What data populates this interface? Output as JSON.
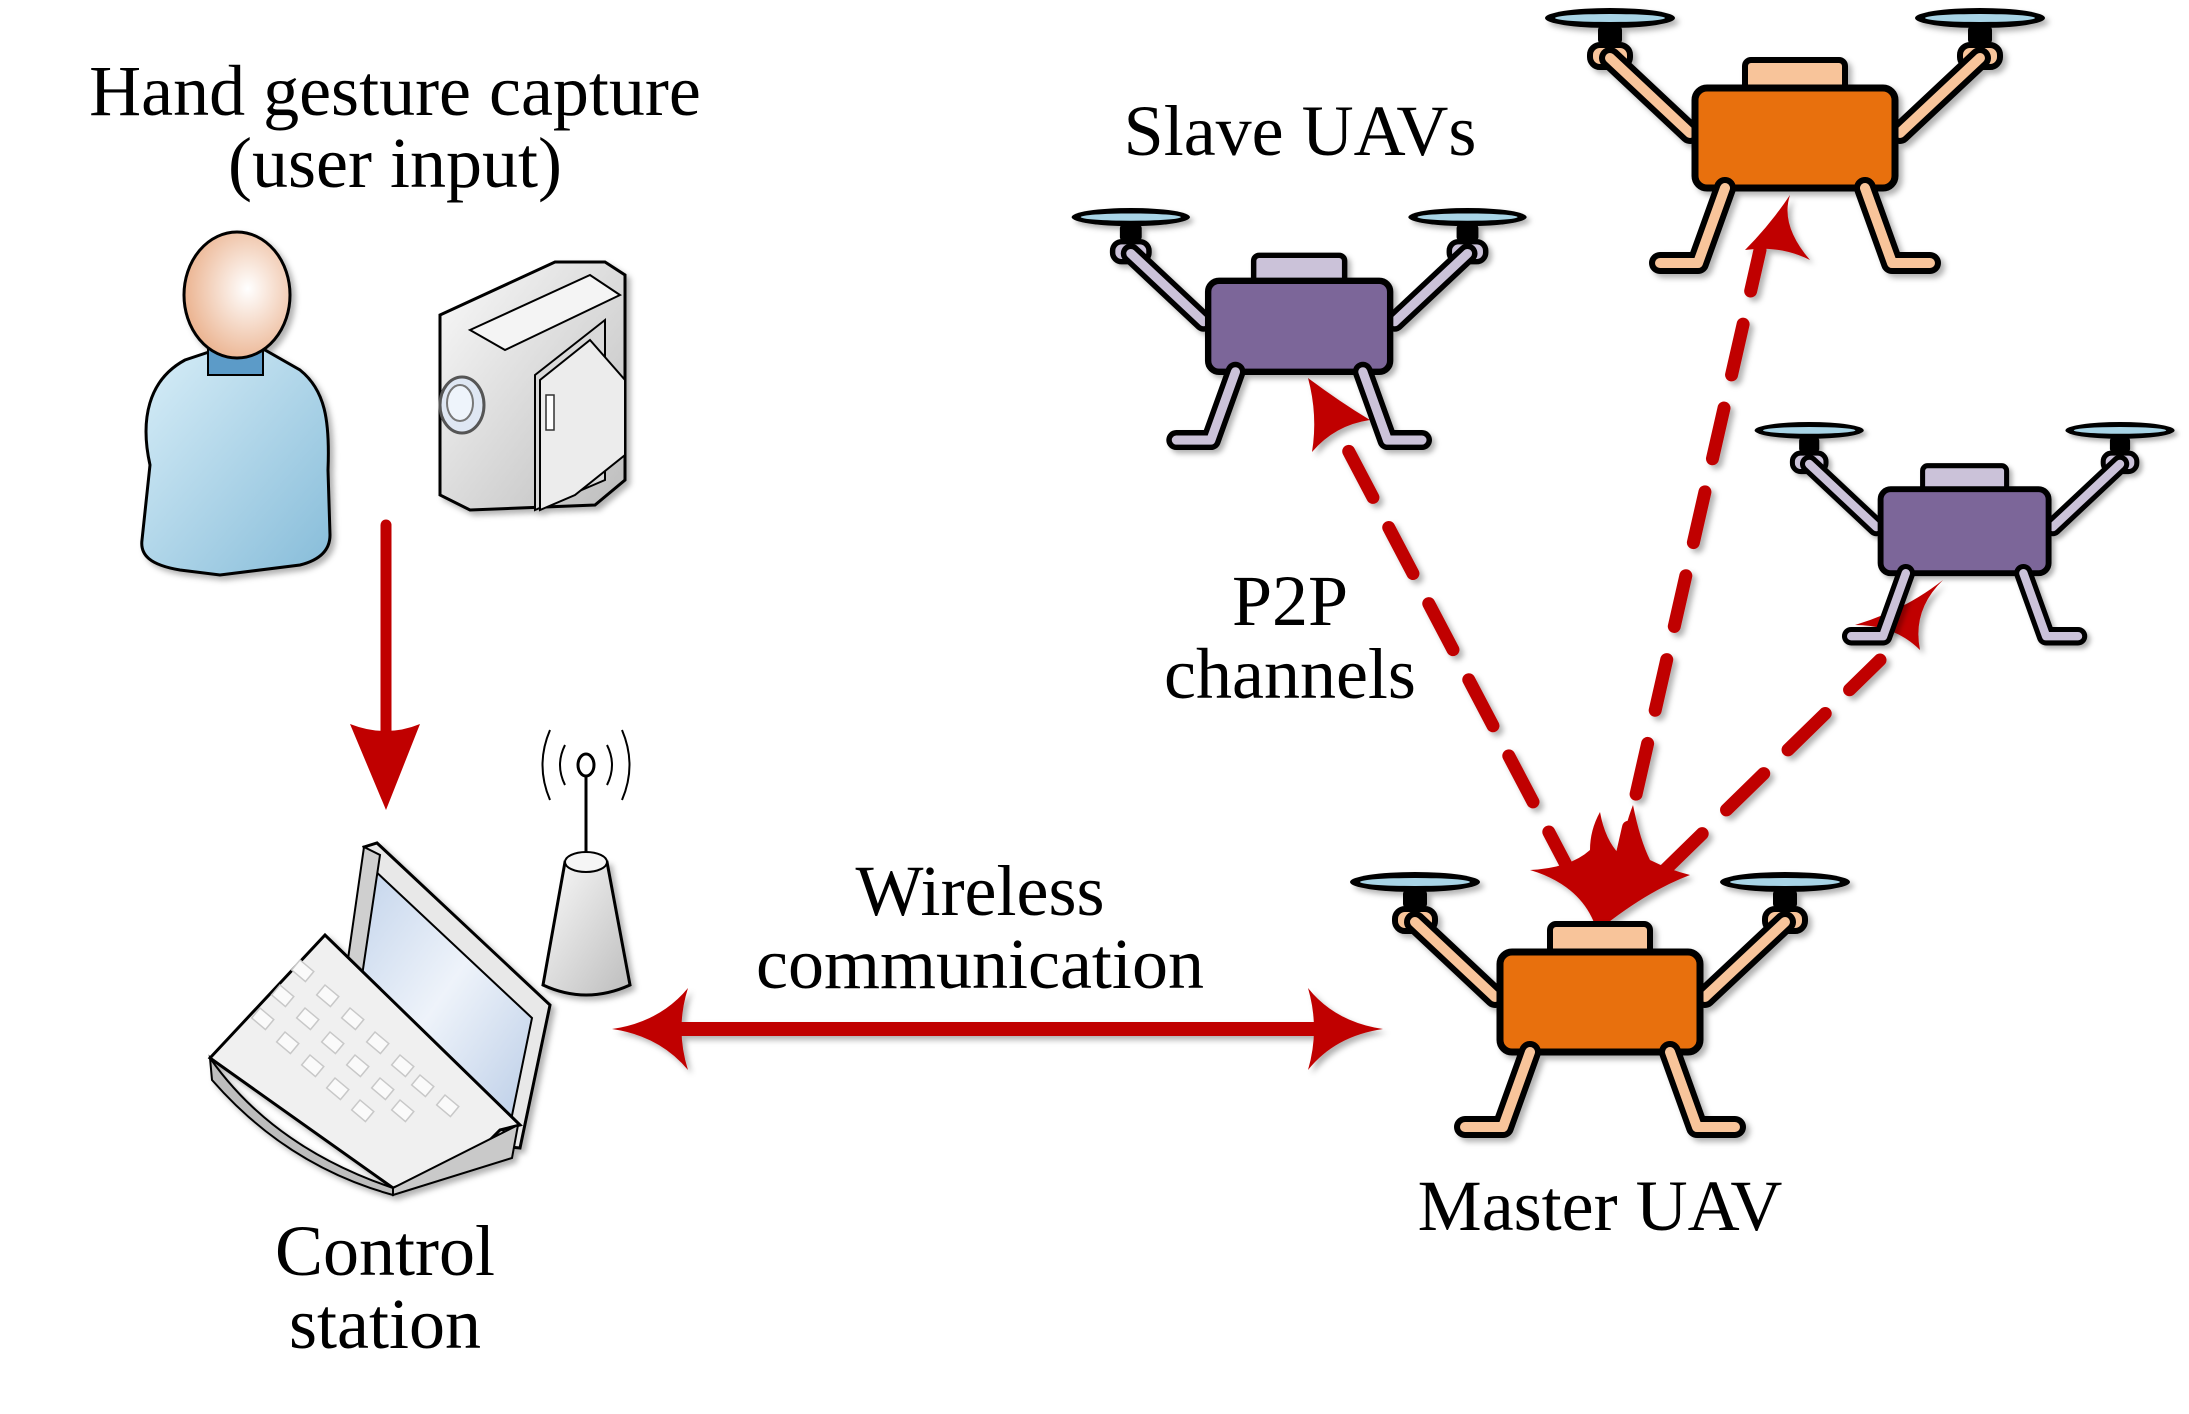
{
  "labels": {
    "hand_gesture": [
      "Hand gesture capture",
      "(user input)"
    ],
    "slave_uavs": "Slave UAVs",
    "p2p": [
      "P2P",
      "channels"
    ],
    "wireless": [
      "Wireless",
      "communication"
    ],
    "control_station": [
      "Control",
      "station"
    ],
    "master_uav": "Master UAV"
  },
  "nodes": [
    {
      "id": "user",
      "icon": "person-icon"
    },
    {
      "id": "camera",
      "icon": "video-camera-icon"
    },
    {
      "id": "control-station",
      "icon": "laptop-icon"
    },
    {
      "id": "antenna",
      "icon": "antenna-icon"
    },
    {
      "id": "master-uav",
      "icon": "drone-icon",
      "role": "master"
    },
    {
      "id": "slave-uav-left",
      "icon": "drone-icon",
      "role": "slave"
    },
    {
      "id": "slave-uav-right",
      "icon": "drone-icon",
      "role": "slave"
    },
    {
      "id": "uav-top",
      "icon": "drone-icon",
      "role": "slave"
    }
  ],
  "edges": [
    {
      "from": "user",
      "to": "control-station",
      "style": "solid",
      "direction": "forward"
    },
    {
      "from": "control-station",
      "to": "master-uav",
      "style": "solid",
      "direction": "bidirectional",
      "label": "Wireless communication"
    },
    {
      "from": "master-uav",
      "to": "slave-uav-left",
      "style": "dashed",
      "direction": "forward"
    },
    {
      "from": "master-uav",
      "to": "uav-top",
      "style": "dashed",
      "direction": "forward"
    },
    {
      "from": "master-uav",
      "to": "slave-uav-right",
      "style": "dashed",
      "direction": "forward"
    }
  ],
  "colors": {
    "arrow": "#c00000",
    "master_body": "#e87010",
    "master_arm": "#f8c49a",
    "slave_body": "#7b6699",
    "slave_arm": "#cbc2d9",
    "person_shirt": "#a9d3e8",
    "person_head": "#f2c6a8"
  }
}
